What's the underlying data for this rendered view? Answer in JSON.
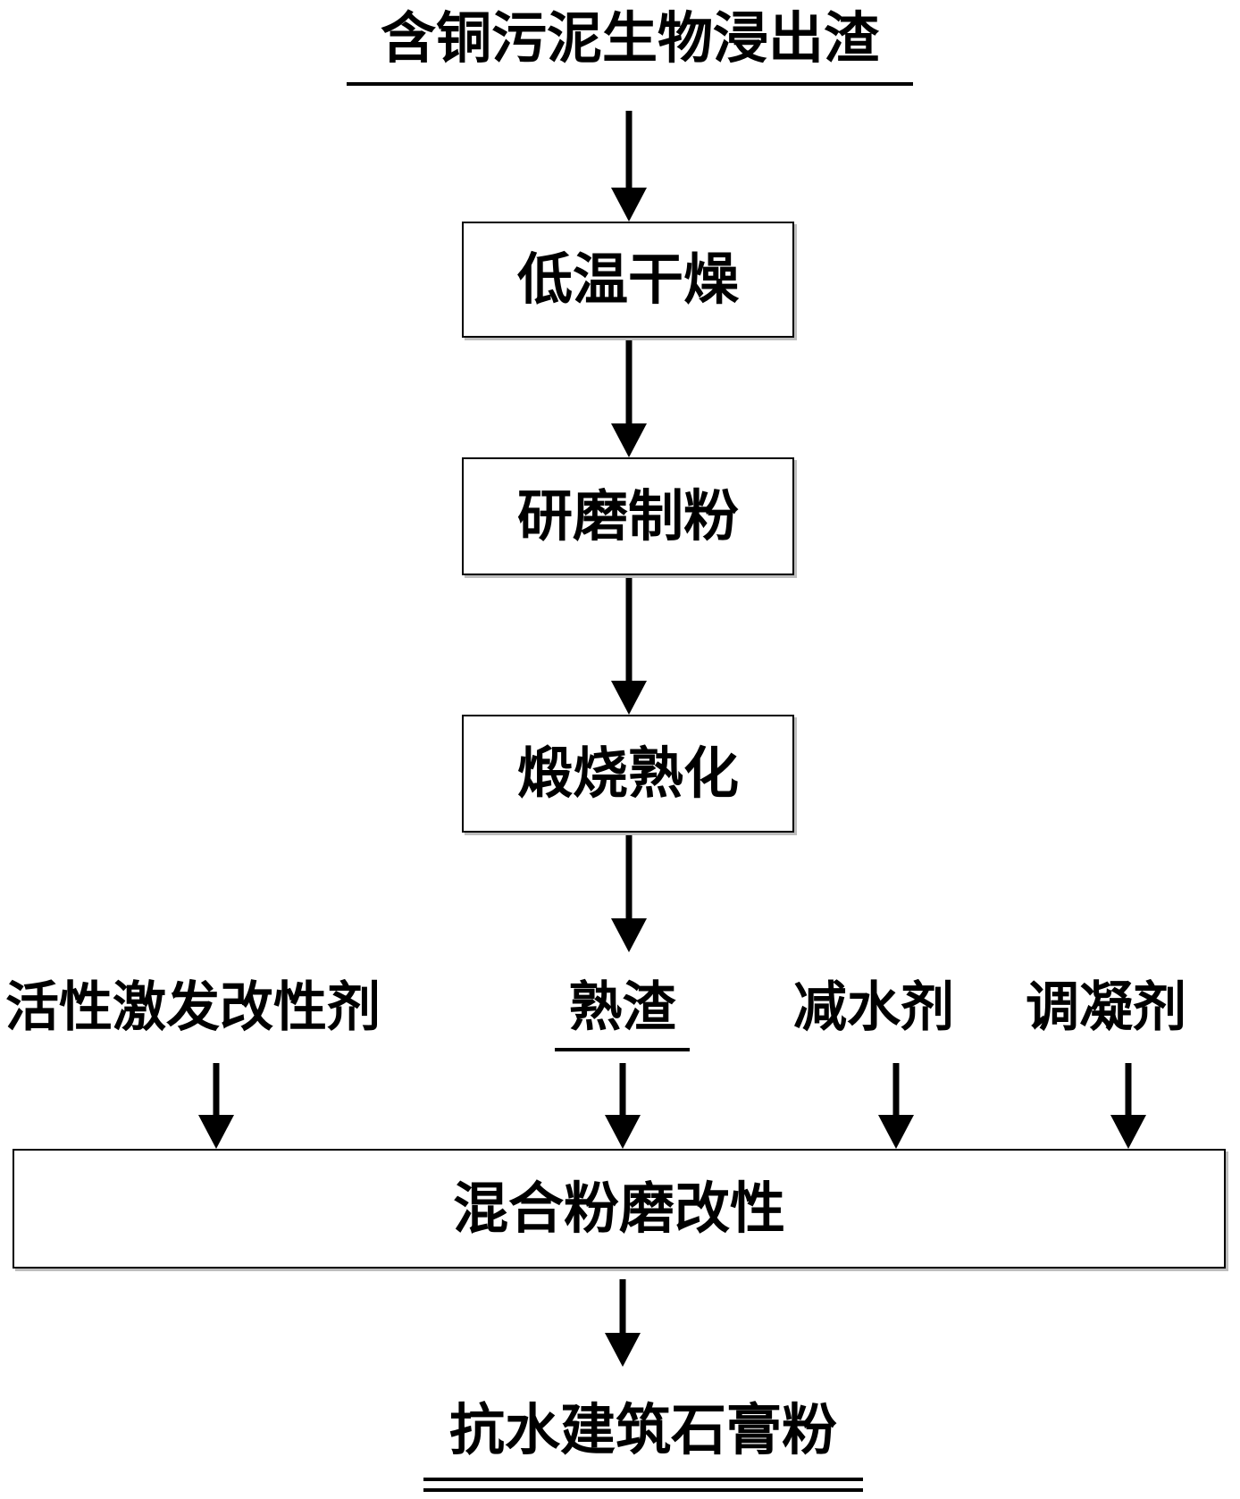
{
  "diagram": {
    "source": "含铜污泥生物浸出渣",
    "steps": [
      "低温干燥",
      "研磨制粉",
      "煅烧熟化"
    ],
    "inputs": [
      "活性激发改性剂",
      "熟渣",
      "减水剂",
      "调凝剂"
    ],
    "mix_step": "混合粉磨改性",
    "product": "抗水建筑石膏粉"
  }
}
